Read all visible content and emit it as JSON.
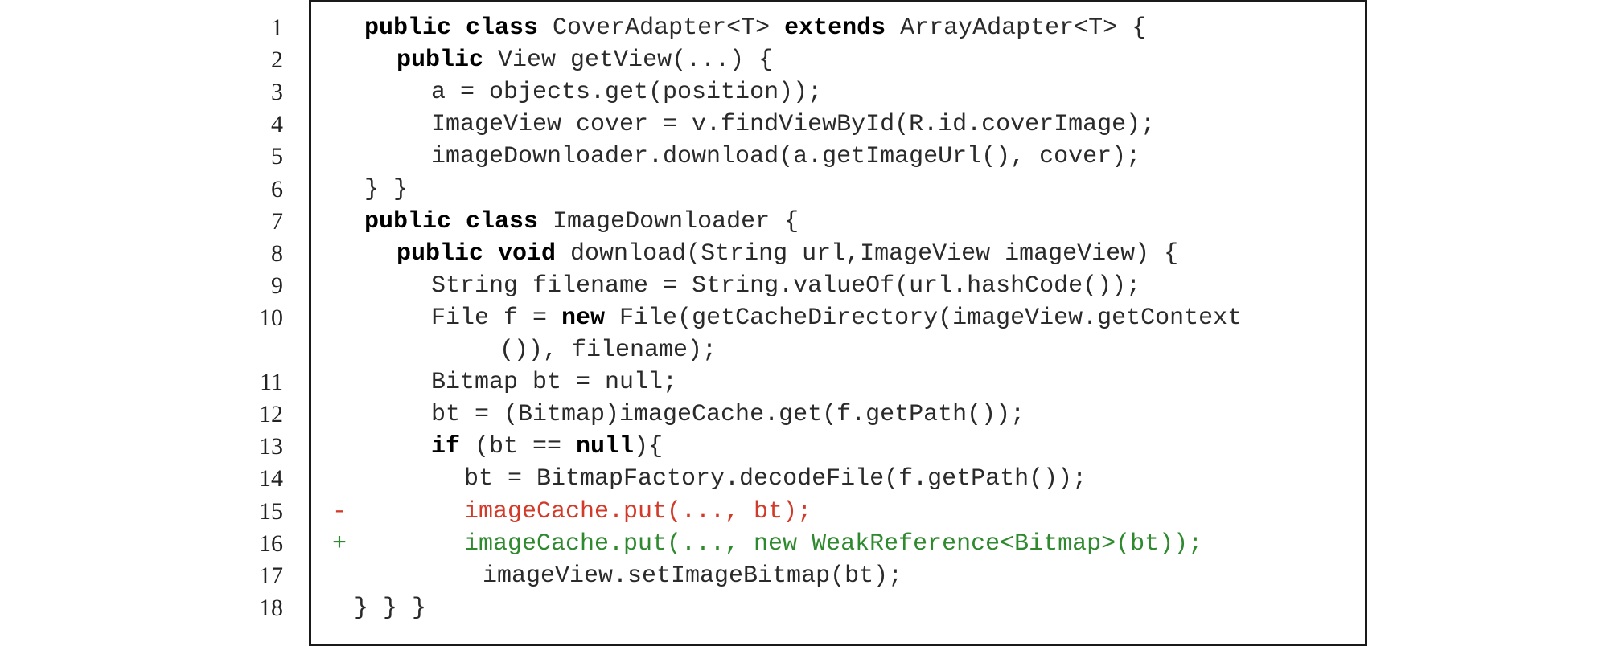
{
  "colors": {
    "removed": "#d23b2a",
    "added": "#2f8a2f"
  },
  "lines": [
    {
      "num": "1",
      "diff": "",
      "indent": 0,
      "status": "normal",
      "tokens": [
        {
          "t": "public class",
          "kw": true
        },
        {
          "t": " CoverAdapter<T> ",
          "kw": false
        },
        {
          "t": "extends",
          "kw": true
        },
        {
          "t": " ArrayAdapter<T> {",
          "kw": false
        }
      ]
    },
    {
      "num": "2",
      "diff": "",
      "indent": 1,
      "status": "normal",
      "tokens": [
        {
          "t": "public",
          "kw": true
        },
        {
          "t": " View getView(...) {",
          "kw": false
        }
      ]
    },
    {
      "num": "3",
      "diff": "",
      "indent": 2,
      "status": "normal",
      "tokens": [
        {
          "t": "a = objects.get(position));",
          "kw": false
        }
      ]
    },
    {
      "num": "4",
      "diff": "",
      "indent": 2,
      "status": "normal",
      "tokens": [
        {
          "t": "ImageView cover = v.findViewById(R.id.coverImage);",
          "kw": false
        }
      ]
    },
    {
      "num": "5",
      "diff": "",
      "indent": 2,
      "status": "normal",
      "tokens": [
        {
          "t": "imageDownloader.download(a.getImageUrl(), cover);",
          "kw": false
        }
      ]
    },
    {
      "num": "6",
      "diff": "",
      "indent": 0,
      "status": "normal",
      "tokens": [
        {
          "t": "} }",
          "kw": false
        }
      ]
    },
    {
      "num": "7",
      "diff": "",
      "indent": 0,
      "status": "normal",
      "tokens": [
        {
          "t": "public class",
          "kw": true
        },
        {
          "t": " ImageDownloader {",
          "kw": false
        }
      ]
    },
    {
      "num": "8",
      "diff": "",
      "indent": 1,
      "status": "normal",
      "tokens": [
        {
          "t": "public void",
          "kw": true
        },
        {
          "t": " download(String url,ImageView imageView) {",
          "kw": false
        }
      ]
    },
    {
      "num": "9",
      "diff": "",
      "indent": 2,
      "status": "normal",
      "tokens": [
        {
          "t": "String filename = String.valueOf(url.hashCode());",
          "kw": false
        }
      ]
    },
    {
      "num": "10",
      "diff": "",
      "indent": 2,
      "status": "normal",
      "tokens": [
        {
          "t": "File f = ",
          "kw": false
        },
        {
          "t": "new",
          "kw": true
        },
        {
          "t": " File(getCacheDirectory(imageView.getContext",
          "kw": false
        }
      ]
    },
    {
      "num": "",
      "diff": "",
      "indent": 3,
      "status": "normal",
      "tokens": [
        {
          "t": "()), filename);",
          "kw": false
        }
      ]
    },
    {
      "num": "11",
      "diff": "",
      "indent": 2,
      "status": "normal",
      "tokens": [
        {
          "t": "Bitmap bt = null;",
          "kw": false
        }
      ]
    },
    {
      "num": "12",
      "diff": "",
      "indent": 2,
      "status": "normal",
      "tokens": [
        {
          "t": "bt = (Bitmap)imageCache.get(f.getPath());",
          "kw": false
        }
      ]
    },
    {
      "num": "13",
      "diff": "",
      "indent": 2,
      "status": "normal",
      "tokens": [
        {
          "t": "if",
          "kw": true
        },
        {
          "t": " (bt == ",
          "kw": false
        },
        {
          "t": "null",
          "kw": true
        },
        {
          "t": "){",
          "kw": false
        }
      ]
    },
    {
      "num": "14",
      "diff": "",
      "indent": 4,
      "status": "normal",
      "tokens": [
        {
          "t": "bt = BitmapFactory.decodeFile(f.getPath());",
          "kw": false
        }
      ]
    },
    {
      "num": "15",
      "diff": "-",
      "indent": 4,
      "status": "removed",
      "tokens": [
        {
          "t": "imageCache.put(..., bt);",
          "kw": false
        }
      ]
    },
    {
      "num": "16",
      "diff": "+",
      "indent": 4,
      "status": "added",
      "tokens": [
        {
          "t": "imageCache.put(..., new WeakReference<Bitmap>(bt));",
          "kw": false
        }
      ]
    },
    {
      "num": "17",
      "diff": "",
      "indent": 5,
      "status": "normal",
      "tokens": [
        {
          "t": "imageView.setImageBitmap(bt);",
          "kw": false
        }
      ]
    },
    {
      "num": "18",
      "diff": "",
      "indent": 6,
      "status": "normal",
      "tokens": [
        {
          "t": "} } }",
          "kw": false
        }
      ]
    }
  ]
}
